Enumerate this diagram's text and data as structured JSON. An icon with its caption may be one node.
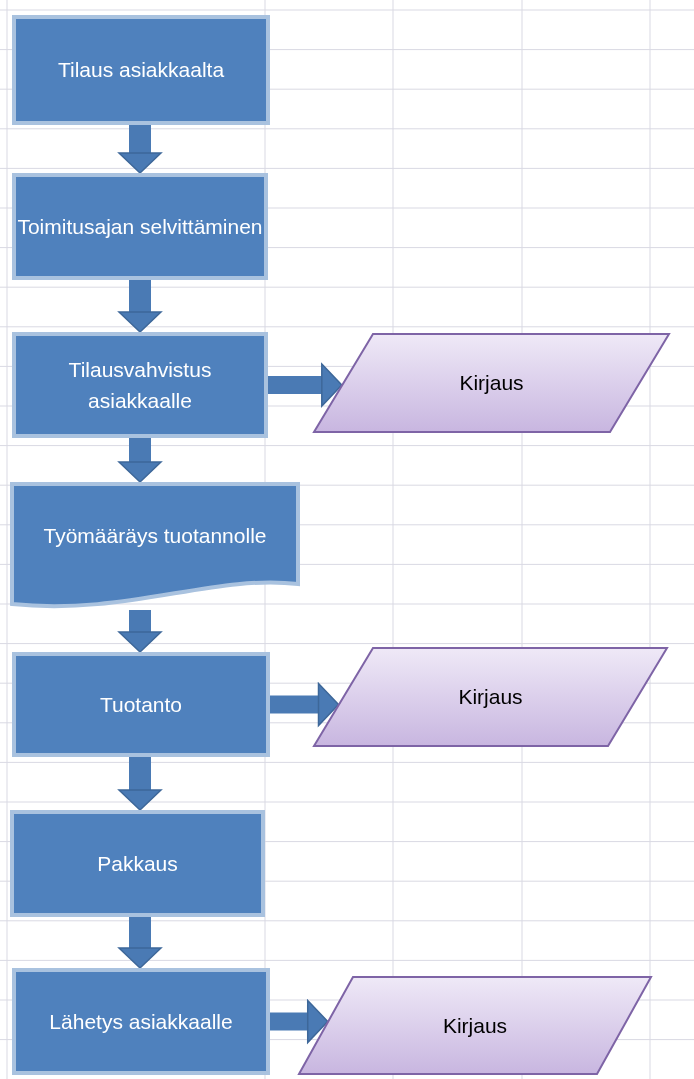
{
  "diagram": {
    "nodes": [
      {
        "text": [
          "Tilaus asiakkaalta"
        ]
      },
      {
        "text": [
          "Toimitusajan selvittäminen"
        ]
      },
      {
        "text": [
          "Tilausvahvistus asiakkaalle"
        ]
      },
      {
        "text": [
          "Kirjaus"
        ]
      },
      {
        "text": [
          "Työmääräys tuotannolle"
        ]
      },
      {
        "text": [
          "Tuotanto"
        ]
      },
      {
        "text": [
          "Kirjaus"
        ]
      },
      {
        "text": [
          "Pakkaus"
        ]
      },
      {
        "text": [
          "Lähetys asiakkaalle"
        ]
      },
      {
        "text": [
          "Kirjaus"
        ]
      }
    ],
    "edges": [
      {
        "from": 0,
        "to": 1,
        "arrow": "to"
      },
      {
        "from": 1,
        "to": 2,
        "arrow": "to"
      },
      {
        "from": 2,
        "to": 3,
        "arrow": "to"
      },
      {
        "from": 2,
        "to": 4,
        "arrow": "to"
      },
      {
        "from": 4,
        "to": 5,
        "arrow": "to"
      },
      {
        "from": 5,
        "to": 6,
        "arrow": "to"
      },
      {
        "from": 5,
        "to": 7,
        "arrow": "to"
      },
      {
        "from": 7,
        "to": 8,
        "arrow": "to"
      },
      {
        "from": 8,
        "to": 9,
        "arrow": "to"
      }
    ]
  }
}
